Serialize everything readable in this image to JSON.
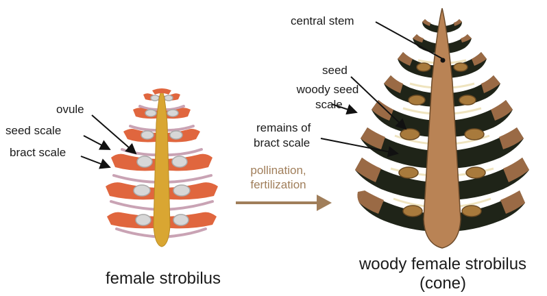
{
  "left": {
    "title": "female strobilus",
    "labels": {
      "ovule": "ovule",
      "seed_scale": "seed scale",
      "bract_scale": "bract scale"
    }
  },
  "process": {
    "line1": "pollination,",
    "line2": "fertilization"
  },
  "right": {
    "title_line1": "woody female strobilus",
    "title_line2": "(cone)",
    "labels": {
      "central_stem": "central stem",
      "seed": "seed",
      "woody_seed_scale_line1": "woody seed",
      "woody_seed_scale_line2": "scale",
      "remains_line1": "remains of",
      "remains_line2": "bract scale"
    }
  },
  "colors": {
    "left_stem": "#d9a632",
    "seed_scale": "#e0663e",
    "bract_scale": "#c9a3b4",
    "ovule": "#d7d7d7",
    "cone_stem": "#b98355",
    "cone_scale_dark": "#1f2418",
    "cone_scale_tip": "#9a6a45",
    "cone_scale_inner": "#efe4bf",
    "cone_seed": "#a87a3c",
    "arrow": "#a07e5a"
  }
}
